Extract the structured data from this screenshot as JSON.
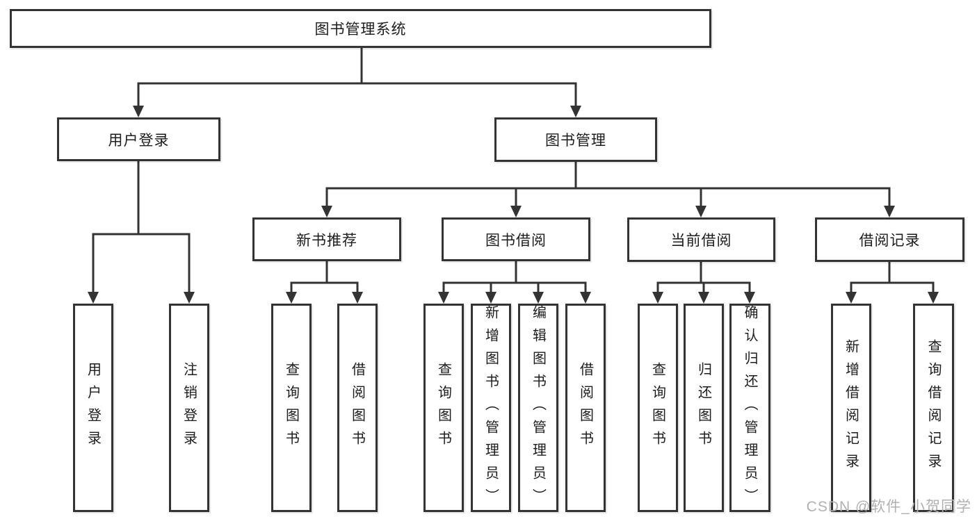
{
  "diagram": {
    "root": {
      "label": "图书管理系统"
    },
    "level2": {
      "user_login": {
        "label": "用户登录"
      },
      "book_management": {
        "label": "图书管理"
      }
    },
    "level3": {
      "new_book_recommend": {
        "label": "新书推荐"
      },
      "book_borrow": {
        "label": "图书借阅"
      },
      "current_borrow": {
        "label": "当前借阅"
      },
      "borrow_records": {
        "label": "借阅记录"
      }
    },
    "leaves": {
      "user_login_leaf": "用户登录",
      "logout_leaf": "注销登录",
      "nb_query_book": "查询图书",
      "nb_borrow_book": "借阅图书",
      "bb_query_book": "查询图书",
      "bb_add_book": "新增图书（管理员）",
      "bb_edit_book": "编辑图书（管理员）",
      "bb_borrow_book": "借阅图书",
      "cb_query_book": "查询图书",
      "cb_return_book": "归还图书",
      "cb_confirm_return": "确认归还（管理员）",
      "br_add_record": "新增借阅记录",
      "br_query_record": "查询借阅记录"
    },
    "watermark": "CSDN @软件_小贺同学",
    "colors": {
      "line": "#333333",
      "text": "#1c1c1c",
      "watermark": "#b0b0b0",
      "background": "#ffffff"
    }
  }
}
